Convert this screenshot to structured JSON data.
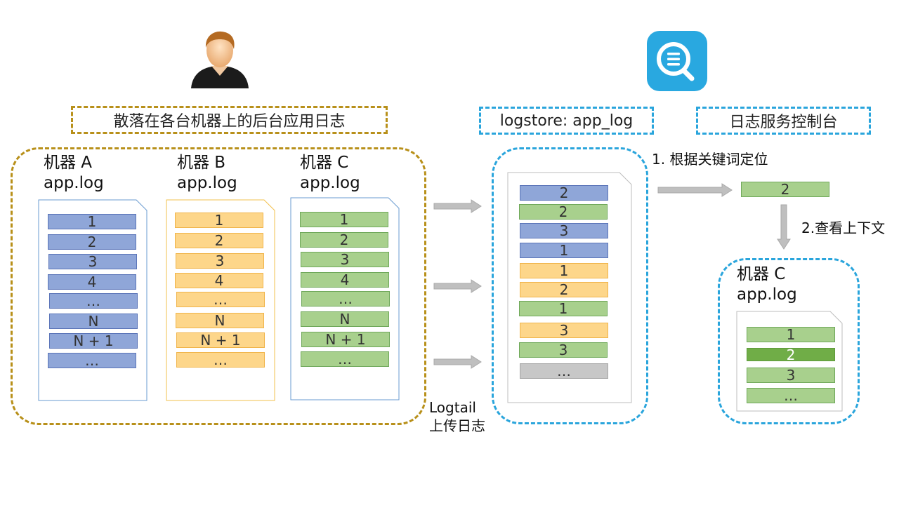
{
  "left_caption": "散落在各台机器上的后台应用日志",
  "logstore_caption": "logstore: app_log",
  "console_caption": "日志服务控制台",
  "machines": [
    {
      "title": "机器 A\napp.log",
      "color": "blue",
      "rows": [
        "1",
        "2",
        "3",
        "4",
        "…",
        "N",
        "N + 1",
        "…"
      ]
    },
    {
      "title": "机器 B\napp.log",
      "color": "yellow",
      "rows": [
        "1",
        "2",
        "3",
        "4",
        "…",
        "N",
        "N + 1",
        "…"
      ]
    },
    {
      "title": "机器 C\napp.log",
      "color": "green",
      "rows": [
        "1",
        "2",
        "3",
        "4",
        "…",
        "N",
        "N + 1",
        "…"
      ]
    }
  ],
  "logstore_rows": [
    {
      "text": "2",
      "color": "blue"
    },
    {
      "text": "2",
      "color": "green"
    },
    {
      "text": "3",
      "color": "blue"
    },
    {
      "text": "1",
      "color": "blue"
    },
    {
      "text": "1",
      "color": "yellow"
    },
    {
      "text": "2",
      "color": "yellow"
    },
    {
      "text": "1",
      "color": "green"
    },
    {
      "text": "3",
      "color": "yellow"
    },
    {
      "text": "3",
      "color": "green"
    },
    {
      "text": "…",
      "color": "gray"
    }
  ],
  "logtail_label": "Logtail\n上传日志",
  "step1_label": "1. 根据关键词定位",
  "step2_label": "2.查看上下文",
  "search_result": "2",
  "context": {
    "title": "机器 C\napp.log",
    "rows": [
      {
        "text": "1",
        "color": "green"
      },
      {
        "text": "2",
        "color": "dgreen"
      },
      {
        "text": "3",
        "color": "green"
      },
      {
        "text": "…",
        "color": "green"
      }
    ]
  },
  "colors": {
    "gold": "#b8901a",
    "blue_dash": "#2aa5dc",
    "logo": "#29a8e0"
  },
  "icons": {
    "user": "user-icon",
    "log_service": "log-service-icon"
  }
}
